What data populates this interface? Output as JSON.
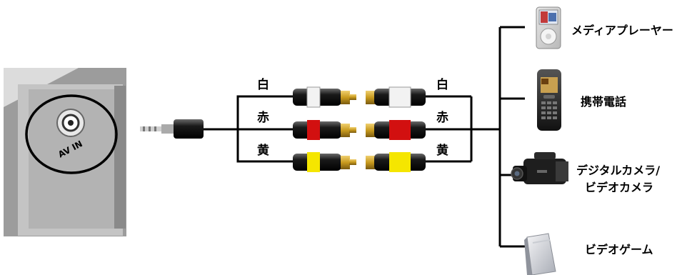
{
  "diagram": {
    "device_port_label": "AV IN",
    "left_colors": {
      "white": "白",
      "red": "赤",
      "yellow": "黄"
    },
    "right_colors": {
      "white": "白",
      "red": "赤",
      "yellow": "黄"
    },
    "devices": {
      "media_player": "メディアプレーヤー",
      "mobile_phone": "携帯電話",
      "camera_line1": "デジタルカメラ/",
      "camera_line2": "ビデオカメラ",
      "game": "ビデオゲーム"
    },
    "colors": {
      "band_white": "#f2f2f2",
      "band_red": "#d21010",
      "band_yellow": "#f5e600",
      "gold": "#c89a1e",
      "line": "#000000"
    }
  }
}
